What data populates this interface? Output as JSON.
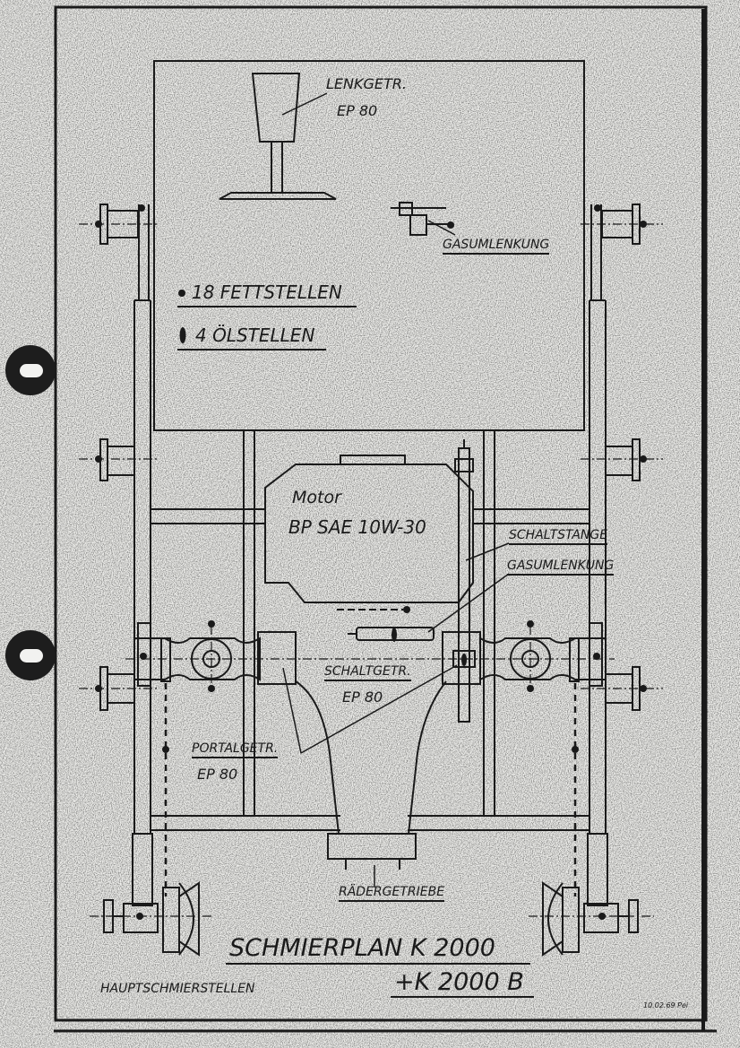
{
  "labels": {
    "lenkgetriebe": "LENKGETR.",
    "lenkgetriebe_oil": "EP 80",
    "gasumlenkung_top": "GASUMLENKUNG",
    "fettstellen": "18 FETTSTELLEN",
    "oelstellen": "4 ÖLSTELLEN",
    "motor": "Motor",
    "motor_oil": "BP  SAE 10W-30",
    "schaltstange": "SCHALTSTANGE",
    "gasumlenkung_mid": "GASUMLENKUNG",
    "schaltgetriebe": "SCHALTGETR.",
    "schaltgetriebe_oil": "EP 80",
    "portalgetriebe": "PORTALGETR.",
    "portalgetriebe_oil": "EP 80",
    "raedergetriebe": "RÄDERGETRIEBE",
    "title_line1": "SCHMIERPLAN  K 2000",
    "title_line2": "+K  2000  B",
    "hauptschmierstellen": "HAUPTSCHMIERSTELLEN",
    "signature": "10.02.69 Pei"
  },
  "colors": {
    "ink": "#1a1a1a",
    "paper": "#efefec"
  }
}
